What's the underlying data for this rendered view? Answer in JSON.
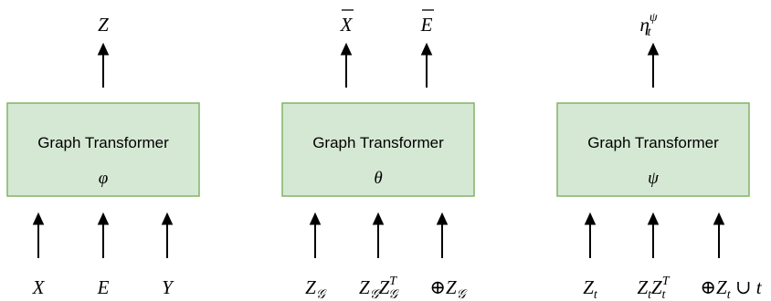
{
  "boxes": [
    {
      "title": "Graph Transformer",
      "param": "φ",
      "outputs": [
        {
          "sym": "Z"
        }
      ],
      "inputs": [
        {
          "sym": "X"
        },
        {
          "sym": "E"
        },
        {
          "sym": "Y"
        }
      ]
    },
    {
      "title": "Graph Transformer",
      "param": "θ",
      "outputs": [
        {
          "sym": "X"
        },
        {
          "sym": "E"
        }
      ],
      "inputs": [
        {
          "sym": "Z",
          "sub": "𝒢"
        },
        {
          "sym": "Z",
          "sub": "𝒢",
          "sym2": "Z",
          "sub2": "𝒢",
          "sup2": "T"
        },
        {
          "op": "⊕",
          "sym": "Z",
          "sub": "𝒢"
        }
      ]
    },
    {
      "title": "Graph Transformer",
      "param": "ψ",
      "outputs": [
        {
          "sym": "η",
          "sub": "t",
          "sup": "ψ"
        }
      ],
      "inputs": [
        {
          "sym": "Z",
          "sub": "t"
        },
        {
          "sym": "Z",
          "sub": "t",
          "sym2": "Z",
          "sub2": "t",
          "sup2": "T"
        },
        {
          "op": "⊕",
          "sym": "Z",
          "sub": "t",
          "tail": " ∪ ",
          "tail_sym": "t"
        }
      ]
    }
  ]
}
